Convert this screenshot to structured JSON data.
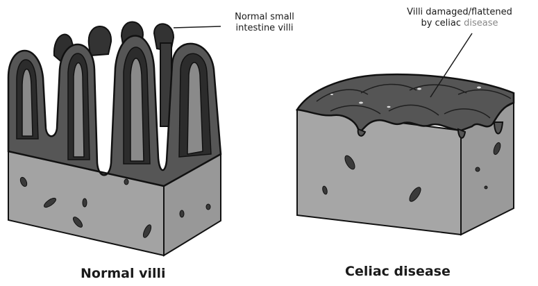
{
  "callouts": {
    "normal": {
      "line1": "Normal small",
      "line2": "intestine villi"
    },
    "celiac": {
      "line1": "Villi damaged/flattened",
      "line2_prefix": "by celiac ",
      "line2_accent": "disease"
    }
  },
  "captions": {
    "normal": "Normal villi",
    "celiac": "Celiac disease"
  },
  "colors": {
    "tissue": "#a2a2a2",
    "villus_outer": "#575757",
    "villus_inner": "#2d2d2d",
    "outline": "#111111",
    "accent_text": "#888888"
  }
}
